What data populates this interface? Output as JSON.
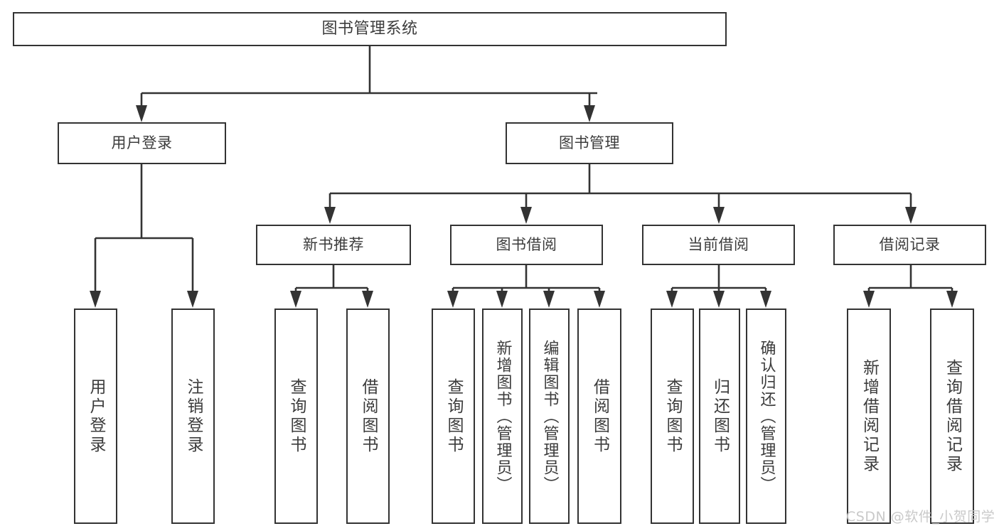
{
  "diagram": {
    "title": "图书管理系统",
    "watermark": "CSDN @软件_小贺同学",
    "line_color": "#333333",
    "text_color": "#3c3c3c",
    "background": "#ffffff",
    "watermark_color": "#c9c9c9"
  },
  "nodes": {
    "root": {
      "label": "图书管理系统"
    },
    "level2": [
      {
        "label": "用户登录"
      },
      {
        "label": "图书管理"
      }
    ],
    "level3": [
      {
        "label": "新书推荐"
      },
      {
        "label": "图书借阅"
      },
      {
        "label": "当前借阅"
      },
      {
        "label": "借阅记录"
      }
    ],
    "leaves": {
      "user_login": [
        {
          "label": "用户登录"
        },
        {
          "label": "注销登录"
        }
      ],
      "new_book": [
        {
          "label": "查询图书"
        },
        {
          "label": "借阅图书"
        }
      ],
      "borrow_book": [
        {
          "label": "查询图书"
        },
        {
          "label": "新增图书（管理员）"
        },
        {
          "label": "编辑图书（管理员）"
        },
        {
          "label": "借阅图书"
        }
      ],
      "current_borrow": [
        {
          "label": "查询图书"
        },
        {
          "label": "归还图书"
        },
        {
          "label": "确认归还（管理员）"
        }
      ],
      "borrow_record": [
        {
          "label": "新增借阅记录"
        },
        {
          "label": "查询借阅记录"
        }
      ]
    }
  }
}
